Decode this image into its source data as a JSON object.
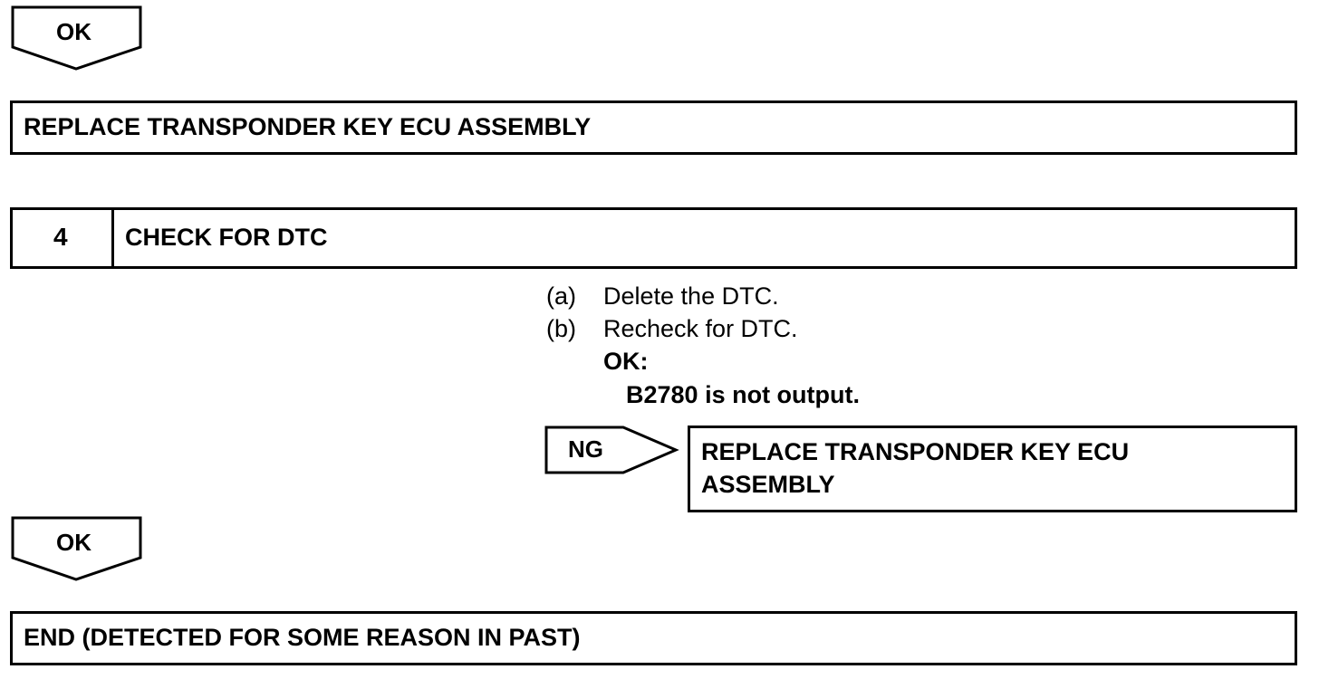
{
  "flow": {
    "ok_top_label": "OK",
    "replace_box_1": "REPLACE TRANSPONDER KEY ECU ASSEMBLY",
    "step4": {
      "number": "4",
      "title": "CHECK FOR DTC"
    },
    "instructions": [
      {
        "marker": "(a)",
        "text": "Delete the DTC."
      },
      {
        "marker": "(b)",
        "text": "Recheck for DTC."
      }
    ],
    "ok_condition_label": "OK:",
    "ok_condition_text": "B2780 is not output.",
    "ng_label": "NG",
    "ng_result_line1": "REPLACE TRANSPONDER KEY ECU",
    "ng_result_line2": "ASSEMBLY",
    "ok_bottom_label": "OK",
    "end_box": "END (DETECTED FOR SOME REASON IN PAST)"
  }
}
